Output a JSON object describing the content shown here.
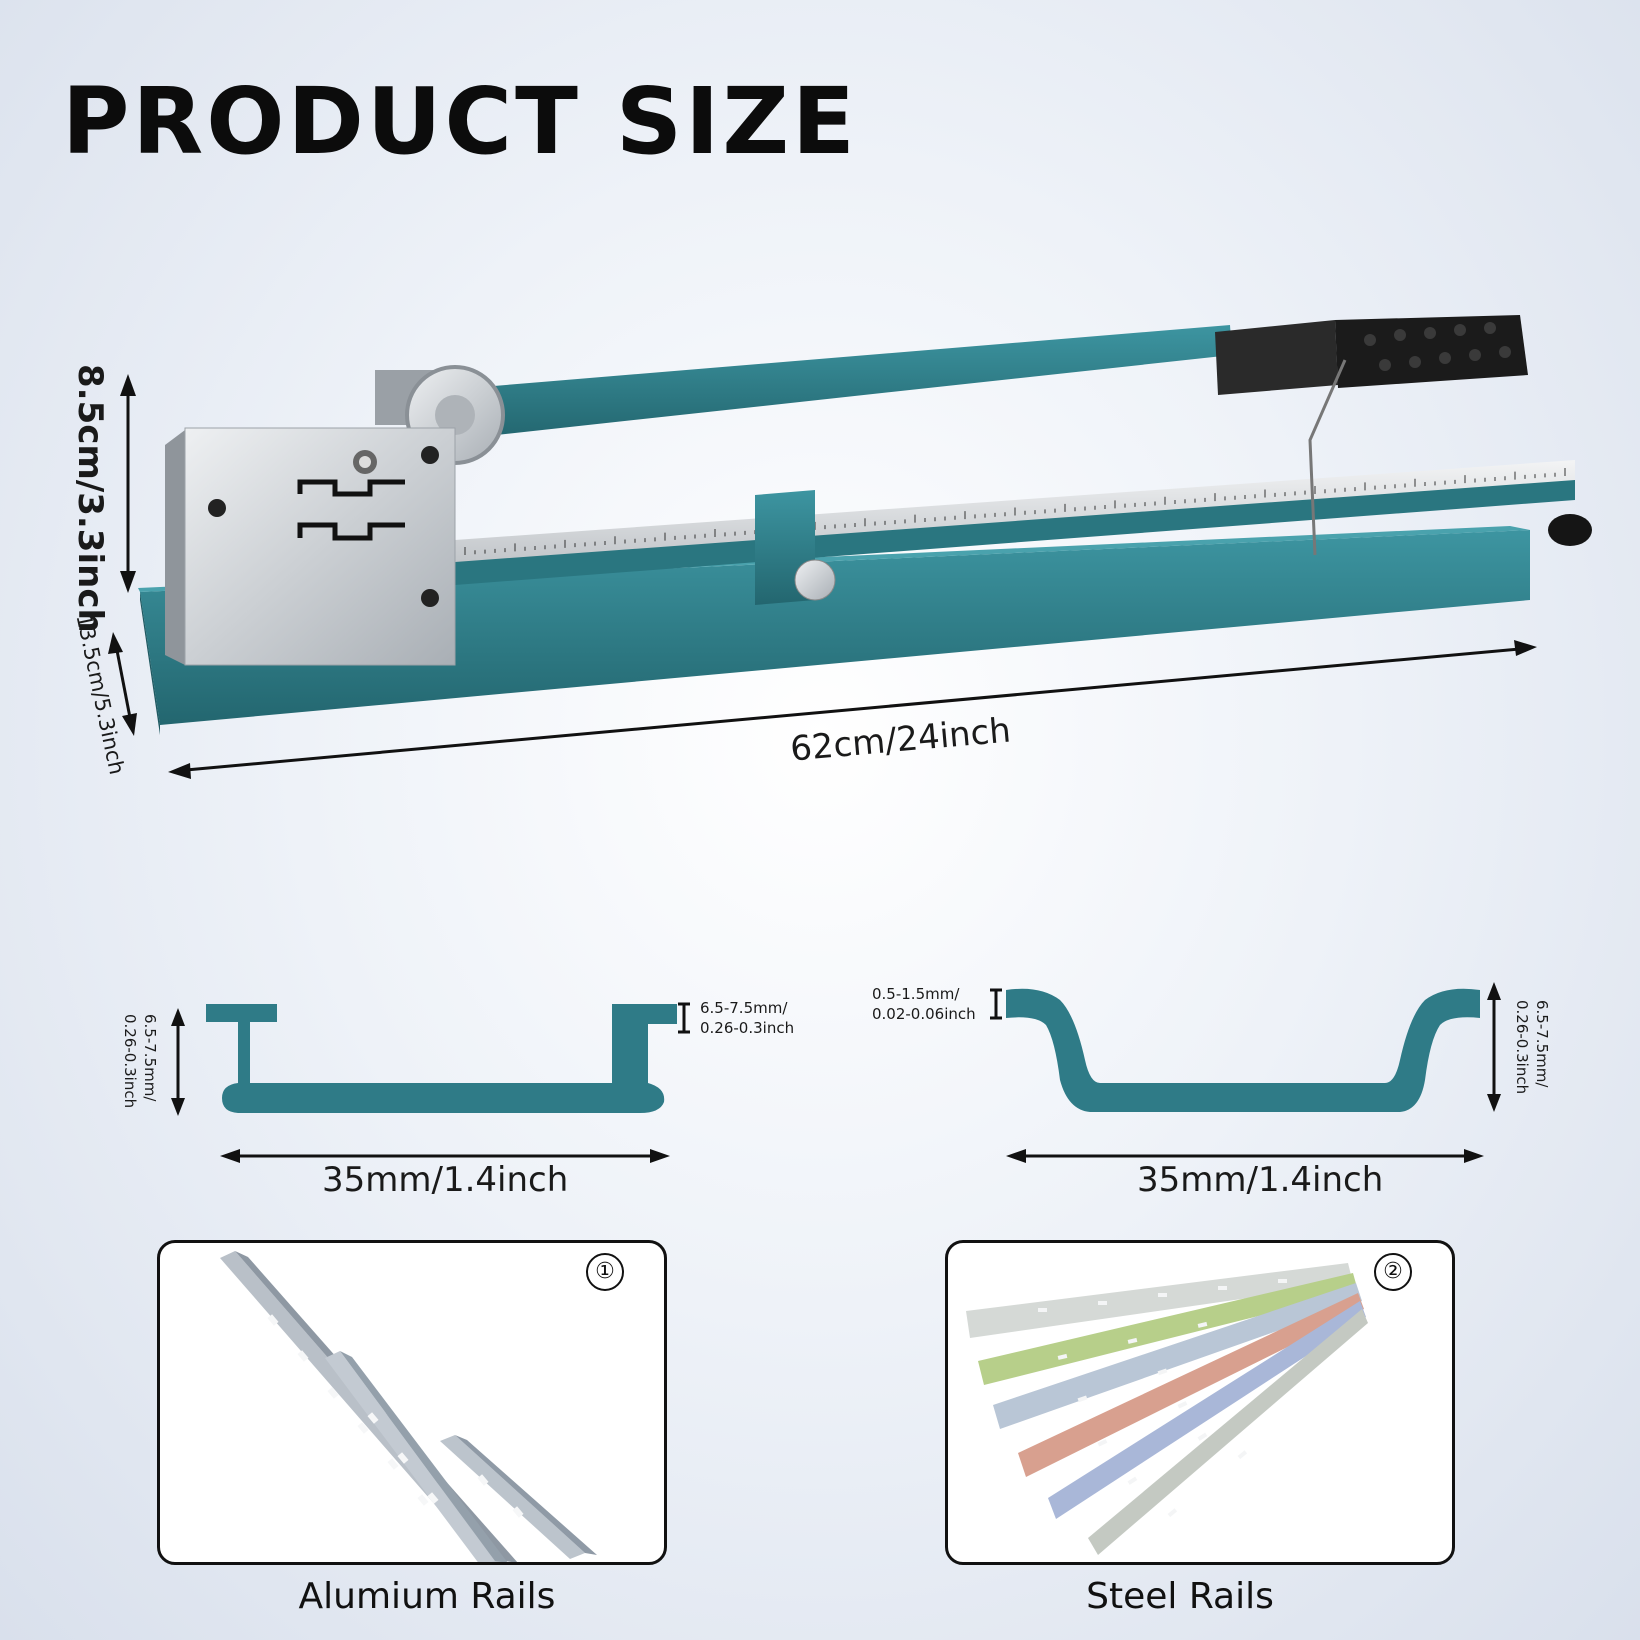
{
  "title": "PRODUCT SIZE",
  "dimensions": {
    "length": "62cm/24inch",
    "height": "8.5cm/3.3inch",
    "width": "13.5cm/5.3inch"
  },
  "profiles": [
    {
      "width": "35mm/1.4inch",
      "height": "6.5-7.5mm/ 0.26-0.3inch",
      "lip": "6.5-7.5mm/ 0.26-0.3inch"
    },
    {
      "width": "35mm/1.4inch",
      "height": "6.5-7.5mm/ 0.26-0.3inch",
      "thickness": "0.5-1.5mm/ 0.02-0.06inch"
    }
  ],
  "rail_types": [
    {
      "number": "①",
      "label": "Alumium Rails"
    },
    {
      "number": "②",
      "label": "Steel Rails"
    }
  ],
  "colors": {
    "machine_body": "#2e7f8a",
    "profile_fill": "#2f7b87",
    "metal": "#c8ccd0",
    "handle_grip": "#1b1b1b"
  },
  "icons": [
    "dimension-arrow-icon",
    "circled-number-icon"
  ]
}
